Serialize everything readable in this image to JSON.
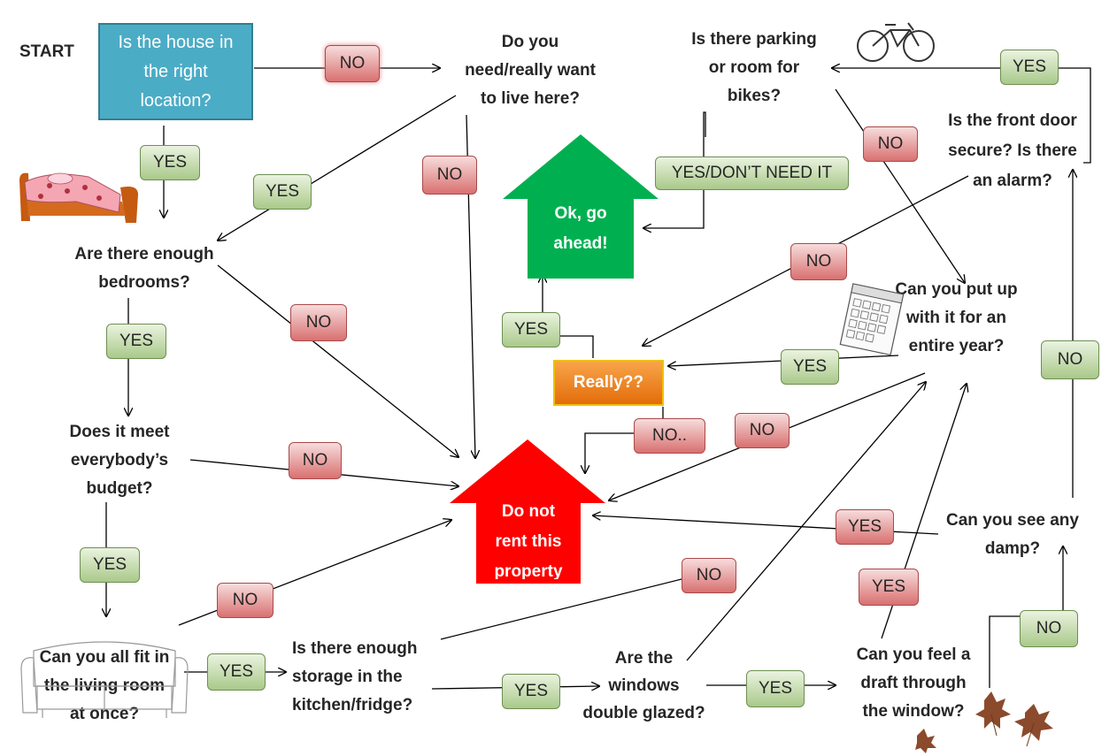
{
  "start_label": "START",
  "nodes": {
    "location": "Is the house in\nthe right\nlocation?",
    "need": "Do you\nneed/really want\nto live here?",
    "bedrooms": "Are there enough\nbedrooms?",
    "budget": "Does it meet\neverybody’s\nbudget?",
    "living": "Can you all fit in\nthe living room\nat once?",
    "storage": "Is there enough\nstorage in the\nkitchen/fridge?",
    "windows": "Are the\nwindows\ndouble glazed?",
    "draft": "Can you feel a\ndraft through\nthe window?",
    "damp": "Can you see any\ndamp?",
    "year": "Can you put up\nwith it for an\nentire year?",
    "door": "Is the front door\nsecure? Is there\nan alarm?",
    "bikes": "Is there parking\nor room for\nbikes?",
    "really": "Really??",
    "ok": "Ok, go\nahead!",
    "donot": "Do not\nrent this\nproperty"
  },
  "labels": {
    "no": "NO",
    "yes": "YES",
    "no_dots": "NO..",
    "yes_dont_need": "YES/DON’T NEED IT"
  },
  "colors": {
    "start_box": "#4bacc6",
    "ok_house": "#00b050",
    "stop_house": "#ff0000",
    "really_box": "#e46c0a",
    "yes_pill": "#a9c98a",
    "no_pill": "#d97070"
  },
  "icons": [
    "bed-icon",
    "bicycle-icon",
    "calendar-icon",
    "sofa-icon",
    "autumn-leaves-icon"
  ]
}
